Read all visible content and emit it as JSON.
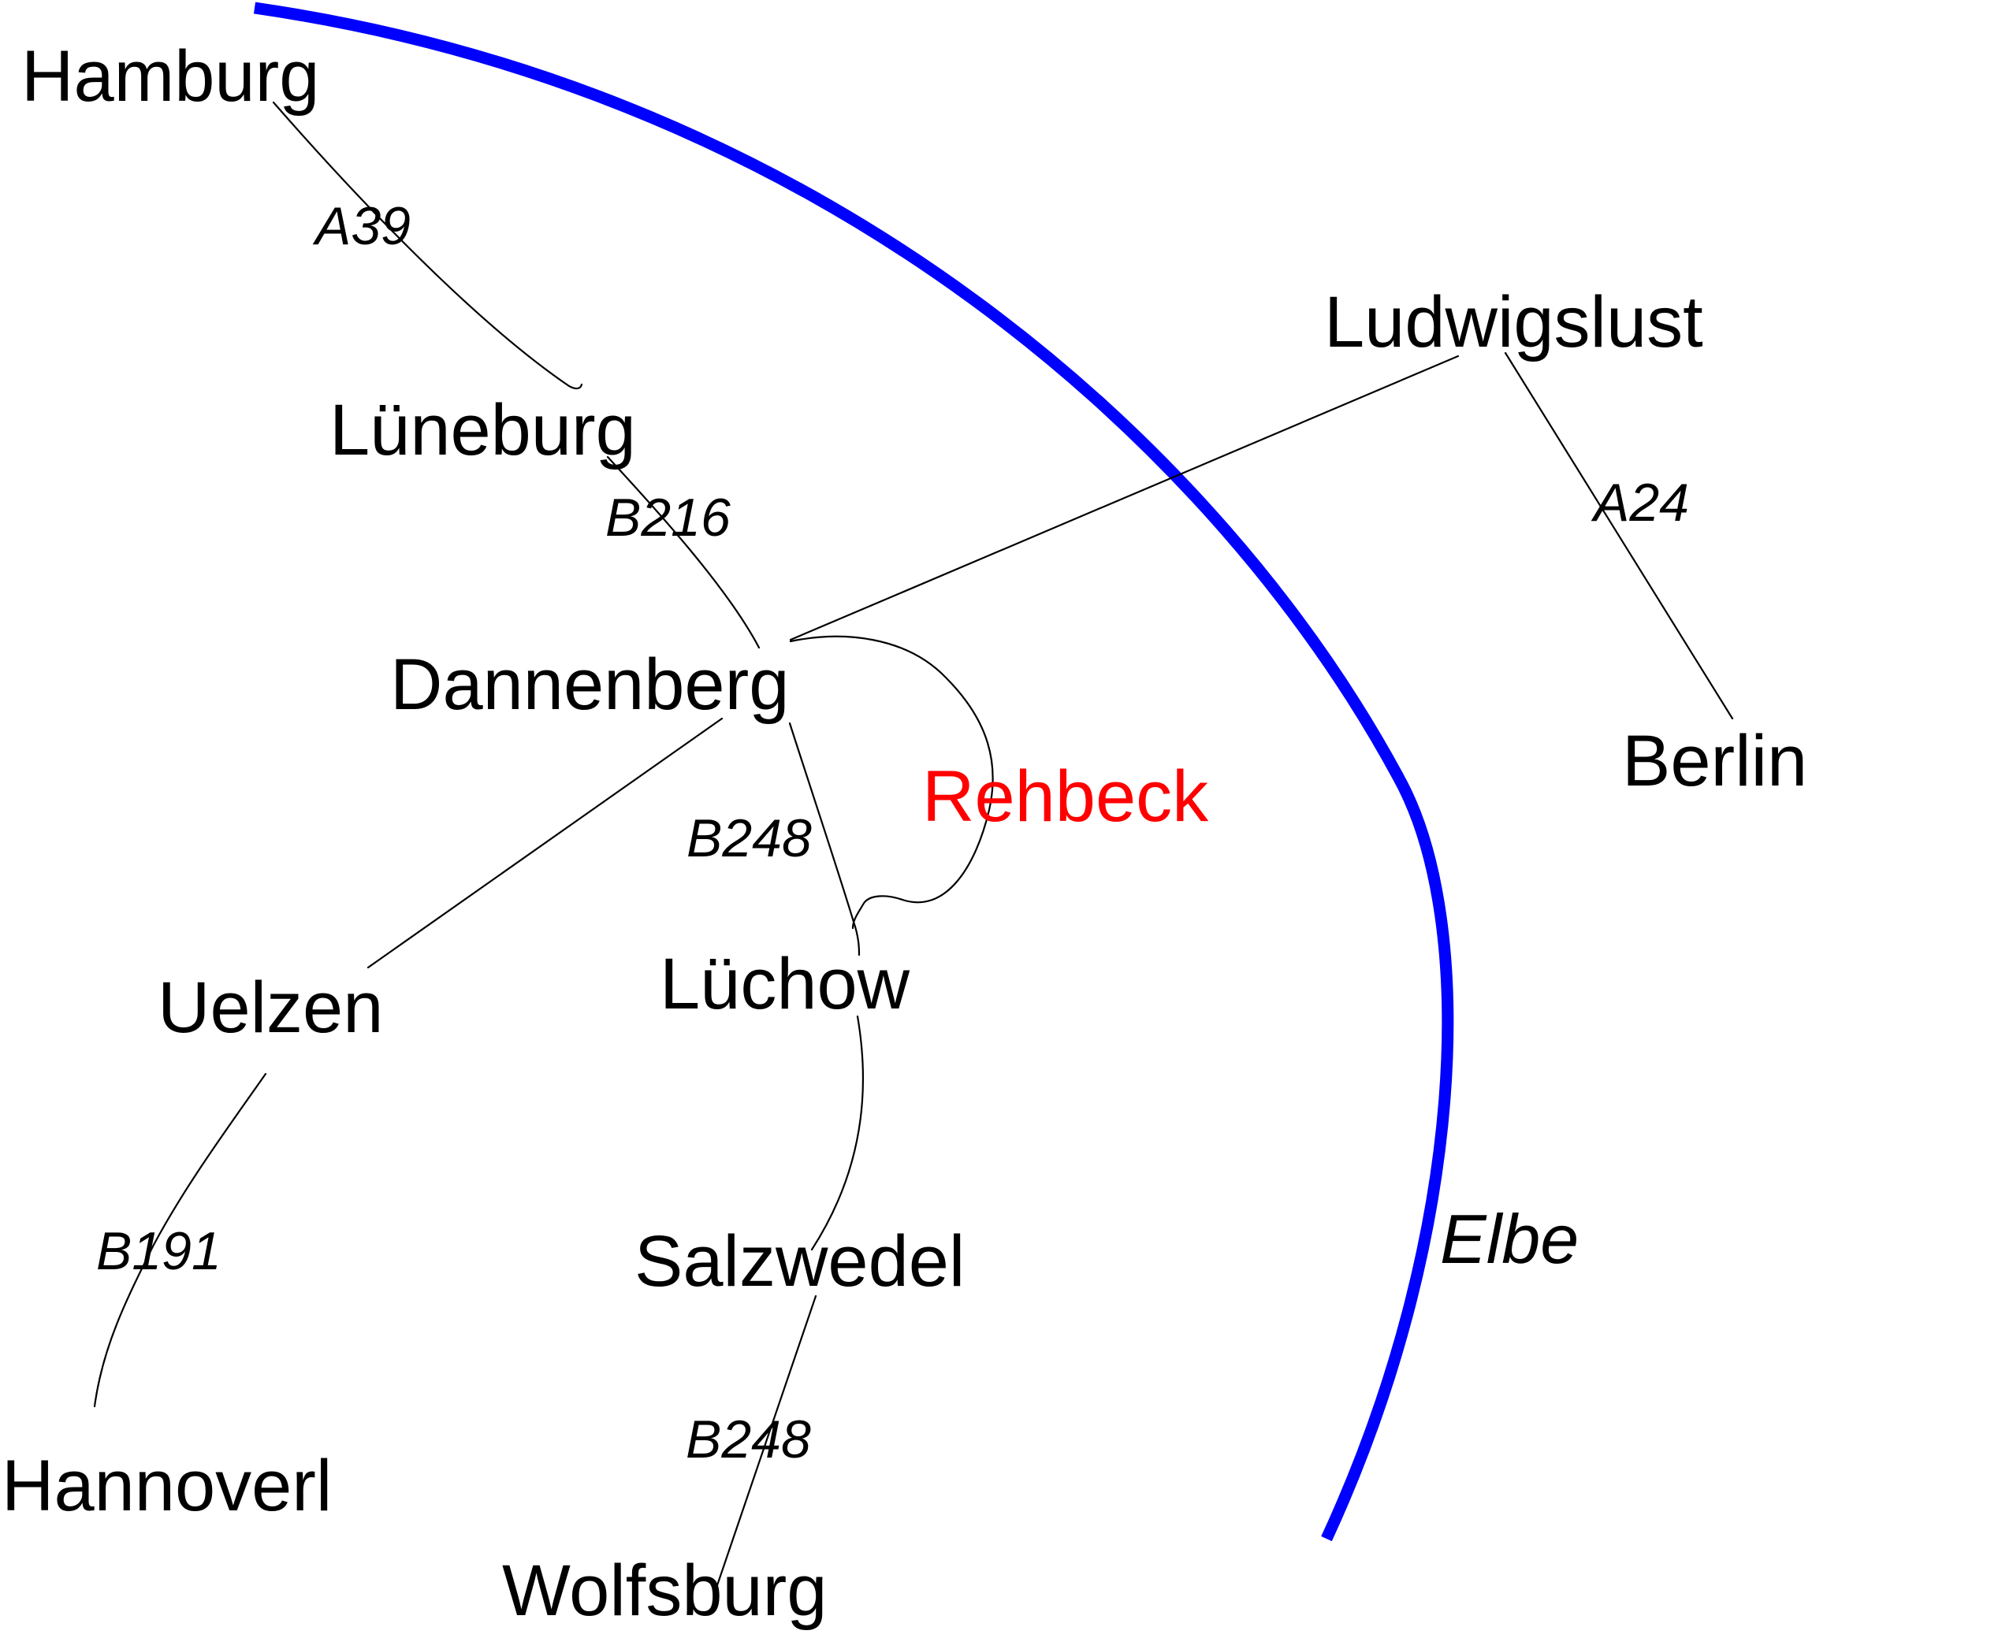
{
  "colors": {
    "background": "#ffffff",
    "text": "#000000",
    "road": "#000000",
    "river": "#0000ff",
    "highlight": "#ff0000"
  },
  "river": {
    "name": "Elbe"
  },
  "cities": {
    "hamburg": "Hamburg",
    "lueneburg": "Lüneburg",
    "dannenberg": "Dannenberg",
    "rehbeck": "Rehbeck",
    "luechow": "Lüchow",
    "uelzen": "Uelzen",
    "salzwedel": "Salzwedel",
    "hannover": "Hannoverl",
    "wolfsburg": "Wolfsburg",
    "ludwigslust": "Ludwigslust",
    "berlin": "Berlin"
  },
  "roads": {
    "a39": "A39",
    "b216": "B216",
    "a24": "A24",
    "b248_north": "B248",
    "b191": "B191",
    "b248_south": "B248"
  }
}
